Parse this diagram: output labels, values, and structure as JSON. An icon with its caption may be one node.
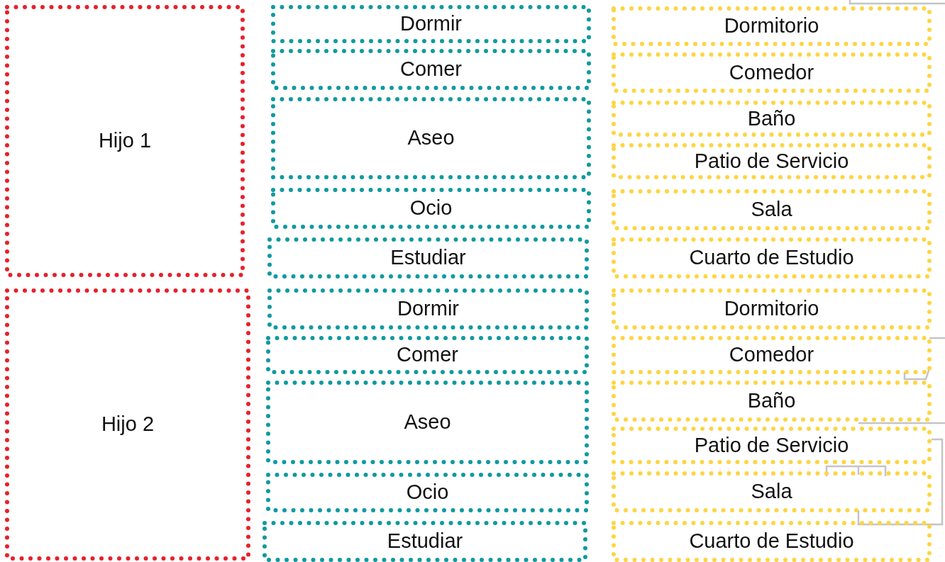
{
  "diagram": {
    "nodes": [
      {
        "text": [
          "Hijo 1"
        ]
      },
      {
        "text": [
          "Hijo 2"
        ]
      },
      {
        "text": [
          "Dormir"
        ]
      },
      {
        "text": [
          "Comer"
        ]
      },
      {
        "text": [
          "Aseo"
        ]
      },
      {
        "text": [
          "Ocio"
        ]
      },
      {
        "text": [
          "Estudiar"
        ]
      },
      {
        "text": [
          "Dormir"
        ]
      },
      {
        "text": [
          "Comer"
        ]
      },
      {
        "text": [
          "Aseo"
        ]
      },
      {
        "text": [
          "Ocio"
        ]
      },
      {
        "text": [
          "Estudiar"
        ]
      },
      {
        "text": [
          "Dormitorio"
        ]
      },
      {
        "text": [
          "Comedor"
        ]
      },
      {
        "text": [
          "Baño"
        ]
      },
      {
        "text": [
          "Patio de Servicio"
        ]
      },
      {
        "text": [
          "Sala"
        ]
      },
      {
        "text": [
          "Cuarto de Estudio"
        ]
      },
      {
        "text": [
          "Dormitorio"
        ]
      },
      {
        "text": [
          "Comedor"
        ]
      },
      {
        "text": [
          "Baño"
        ]
      },
      {
        "text": [
          "Patio de Servicio"
        ]
      },
      {
        "text": [
          "Sala"
        ]
      },
      {
        "text": [
          "Cuarto de Estudio"
        ]
      }
    ]
  }
}
